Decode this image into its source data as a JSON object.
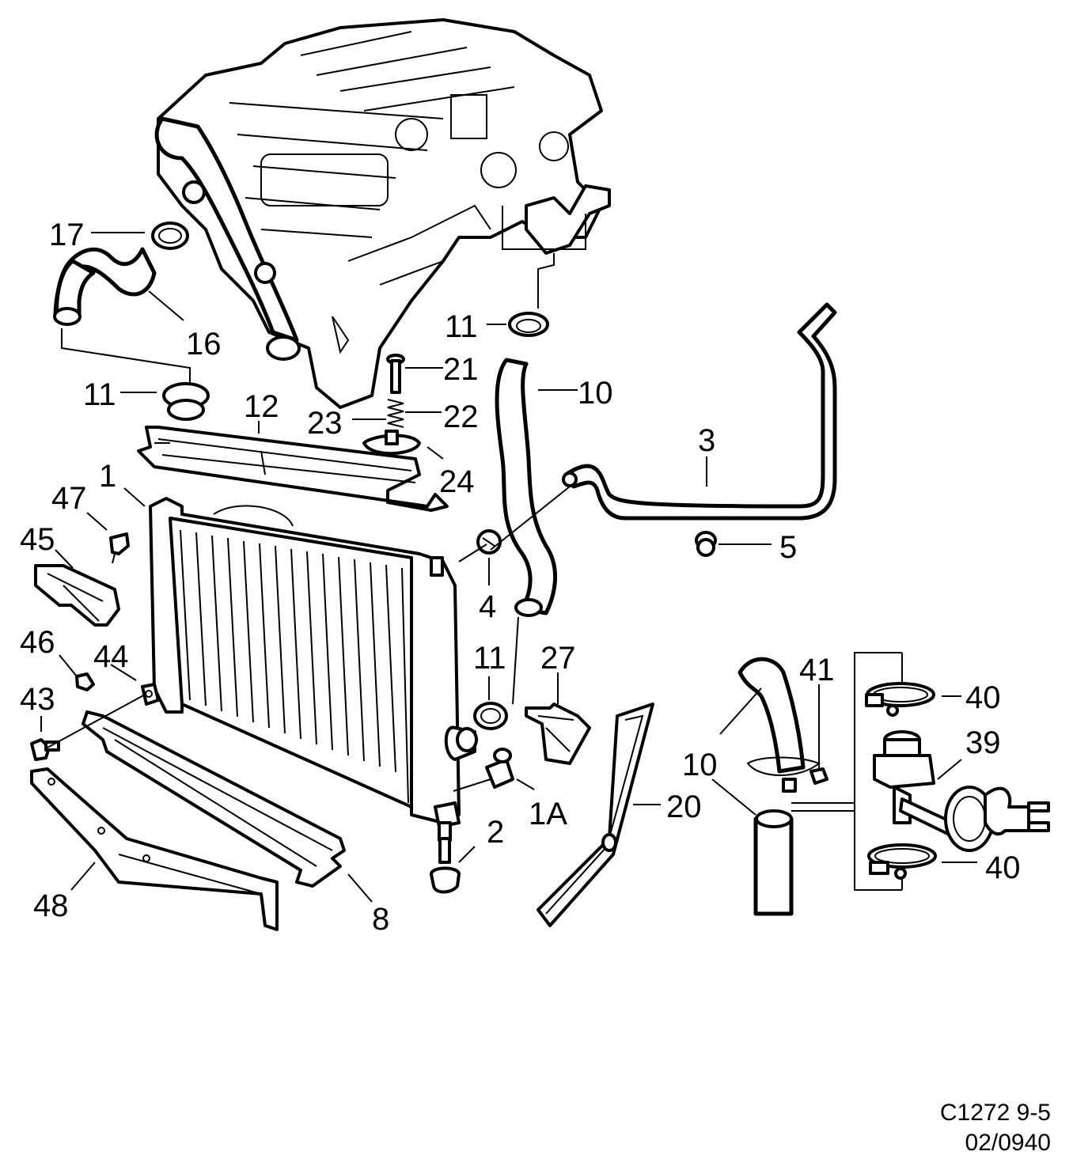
{
  "labels": {
    "p1": "1",
    "p1a": "1A",
    "p2": "2",
    "p3": "3",
    "p4": "4",
    "p5": "5",
    "p8": "8",
    "p10a": "10",
    "p10b": "10",
    "p11a": "11",
    "p11b": "11",
    "p11c": "11",
    "p12": "12",
    "p16": "16",
    "p17": "17",
    "p20": "20",
    "p21": "21",
    "p22": "22",
    "p23": "23",
    "p24": "24",
    "p27": "27",
    "p39": "39",
    "p40a": "40",
    "p40b": "40",
    "p41": "41",
    "p43": "43",
    "p44": "44",
    "p45": "45",
    "p46": "46",
    "p47": "47",
    "p48": "48"
  },
  "footer": {
    "code": "C1272 9-5",
    "date": "02/0940"
  }
}
